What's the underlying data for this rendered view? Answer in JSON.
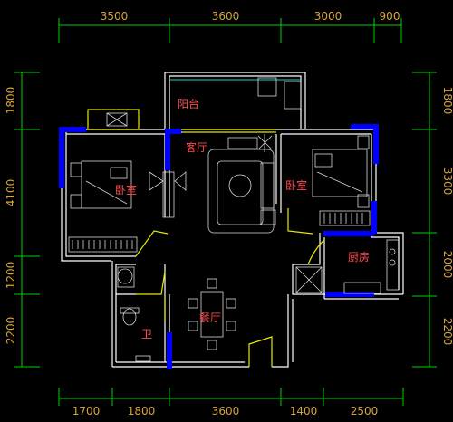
{
  "dimensions": {
    "top": [
      "3500",
      "3600",
      "3000",
      "900"
    ],
    "bottom": [
      "1700",
      "1800",
      "3600",
      "1400",
      "2500"
    ],
    "left": [
      "1800",
      "4100",
      "1200",
      "2200"
    ],
    "right": [
      "1800",
      "3300",
      "2000",
      "2200"
    ]
  },
  "rooms": {
    "balcony": "阳台",
    "living_room": "客厅",
    "bedroom_left": "卧室",
    "bedroom_right": "卧室",
    "kitchen": "厨房",
    "dining_room": "餐厅",
    "bathroom": "卫"
  },
  "colors": {
    "background": "#000000",
    "dimension_lines": "#00d000",
    "dimension_text": "#d6a33c",
    "walls": "#ffffff",
    "windows": "#0000ff",
    "doors": "#e8e800",
    "room_labels": "#ff4a4a"
  }
}
